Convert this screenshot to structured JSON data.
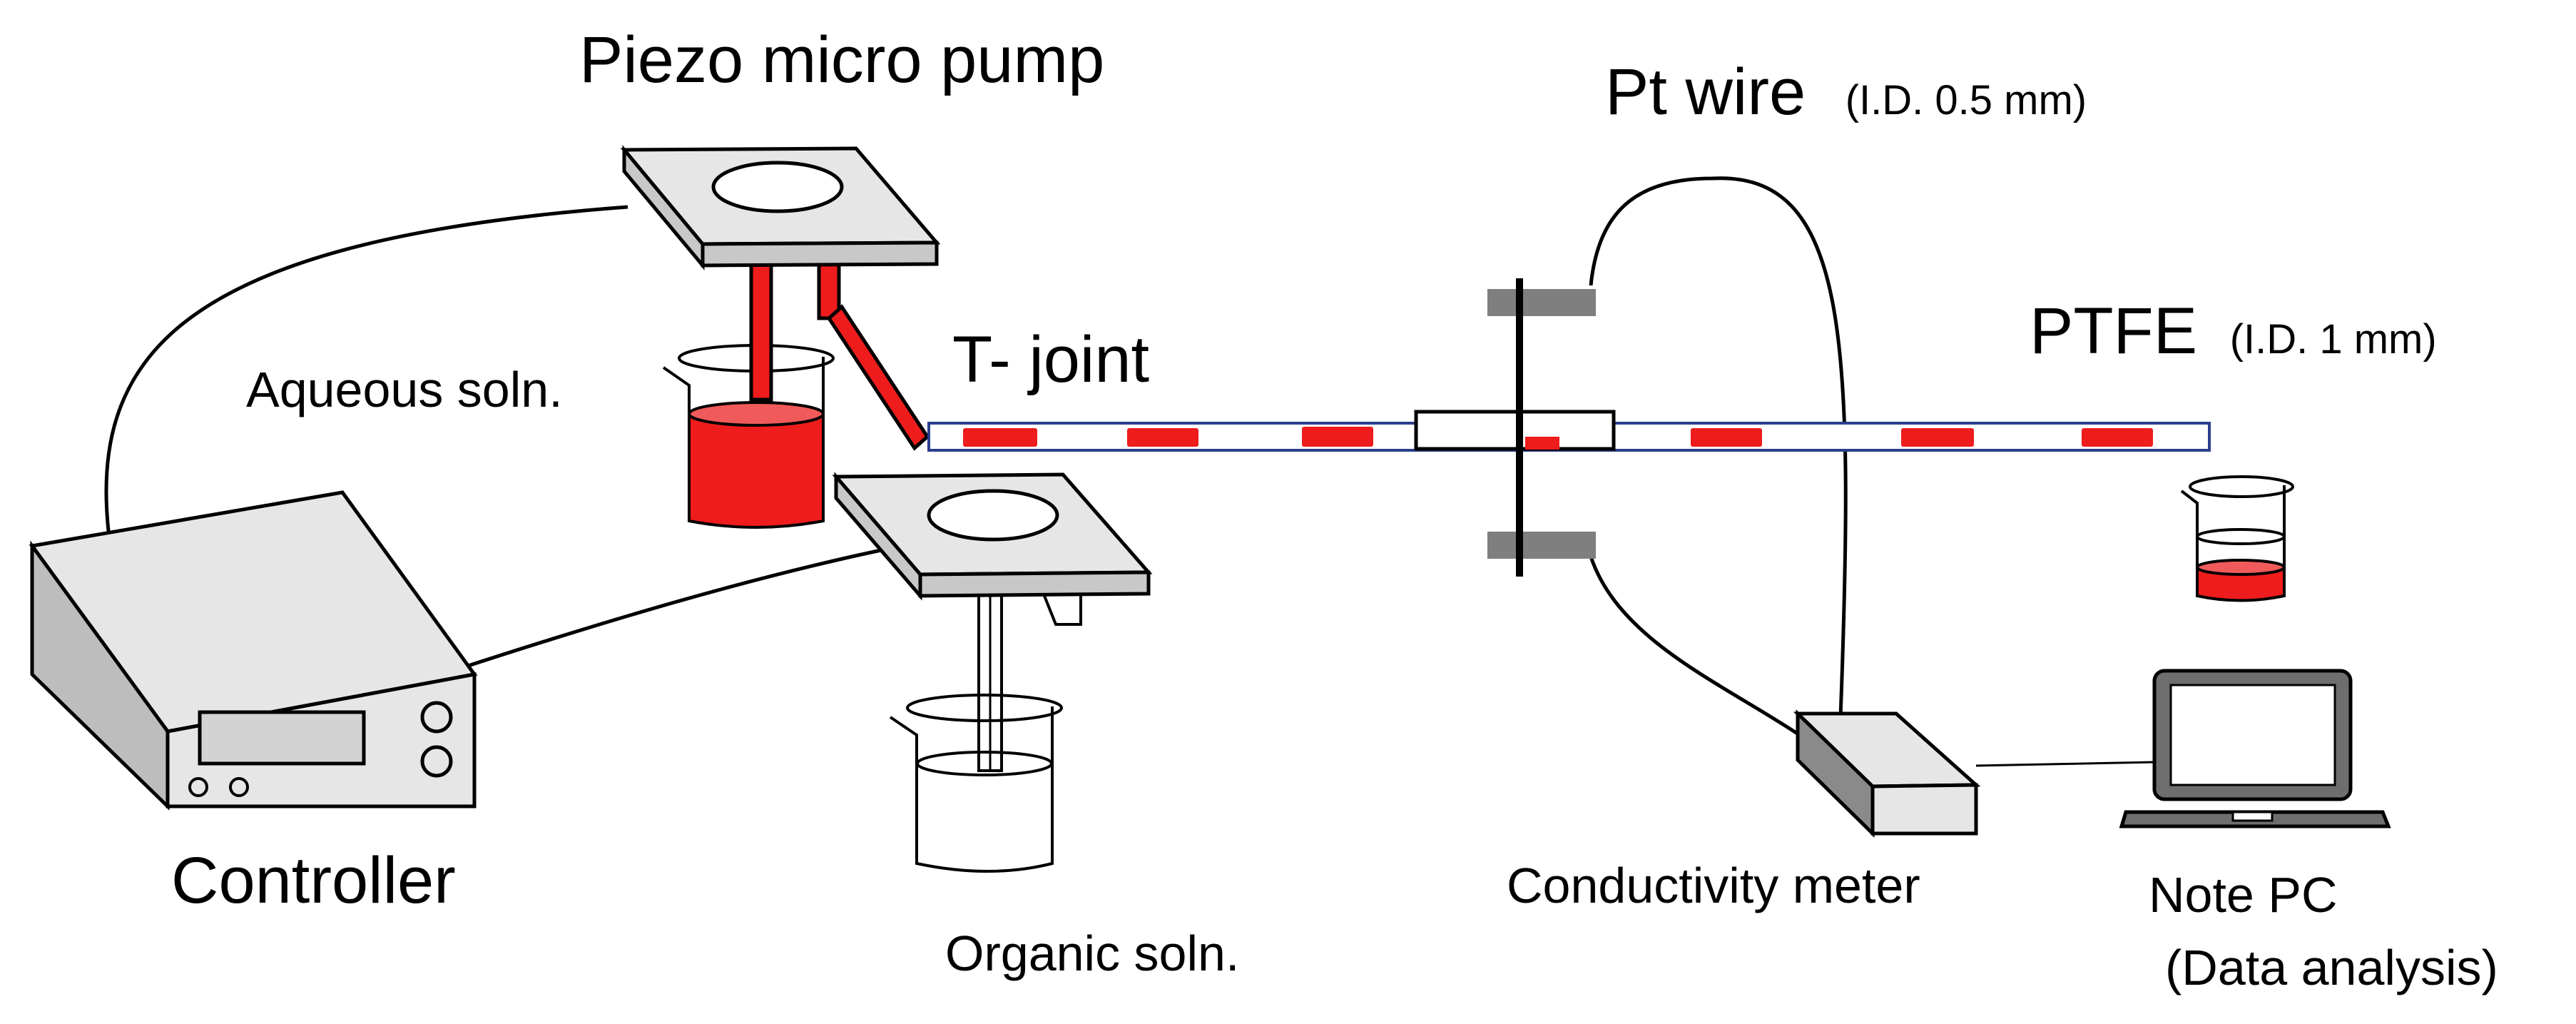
{
  "labels": {
    "pump": "Piezo micro pump",
    "aqueous": "Aqueous  soln.",
    "tjoint": "T- joint",
    "controller": "Controller",
    "organic": "Organic soln.",
    "pt_wire": "Pt wire",
    "pt_wire_dim": "(I.D. 0.5 mm)",
    "ptfe": "PTFE",
    "ptfe_dim": "(I.D. 1 mm)",
    "meter": "Conductivity  meter",
    "pc": "Note PC",
    "pc_sub": "(Data analysis)"
  },
  "colors": {
    "liquid": "#ee1c1c",
    "liquid_light": "#f05a5a",
    "tube_outline": "#2b3e8c",
    "device_top": "#e6e6e6",
    "device_front": "#c8c8c8",
    "electrode": "#7f7f7f"
  }
}
